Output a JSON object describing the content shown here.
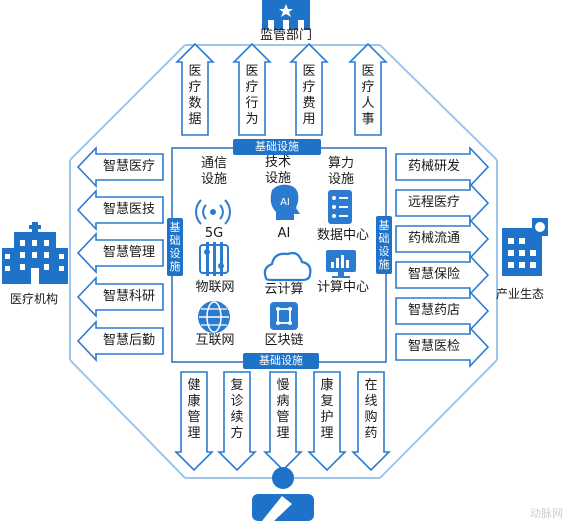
{
  "top": {
    "title": "监管部门",
    "items": [
      {
        "label": "医疗数据"
      },
      {
        "label": "医疗行为"
      },
      {
        "label": "医疗费用"
      },
      {
        "label": "医疗人事"
      }
    ]
  },
  "left": {
    "title": "医疗机构",
    "items": [
      {
        "label": "智慧医疗"
      },
      {
        "label": "智慧医技"
      },
      {
        "label": "智慧管理"
      },
      {
        "label": "智慧科研"
      },
      {
        "label": "智慧后勤"
      }
    ]
  },
  "right": {
    "title": "产业生态",
    "items": [
      {
        "label": "药械研发"
      },
      {
        "label": "远程医疗"
      },
      {
        "label": "药械流通"
      },
      {
        "label": "智慧保险"
      },
      {
        "label": "智慧药店"
      },
      {
        "label": "智慧医检"
      }
    ]
  },
  "bottom": {
    "items": [
      {
        "label": "健康管理"
      },
      {
        "label": "复诊续方"
      },
      {
        "label": "慢病管理"
      },
      {
        "label": "康复护理"
      },
      {
        "label": "在线购药"
      }
    ]
  },
  "infra_label": "基础设施",
  "center": {
    "col1_title": "通信设施",
    "col2_title": "技术设施",
    "col3_title": "算力设施",
    "fiveg": "5G",
    "ai_badge": "AI",
    "ai": "AI",
    "iot": "物联网",
    "cloud": "云计算",
    "internet": "互联网",
    "blockchain": "区块链",
    "datacenter": "数据中心",
    "computecenter": "计算中心"
  },
  "watermark": "动脉网",
  "colors": {
    "accent": "#1e73c8",
    "arrow_fill": "#ffffff",
    "arrow_stroke": "#1e73c8"
  }
}
